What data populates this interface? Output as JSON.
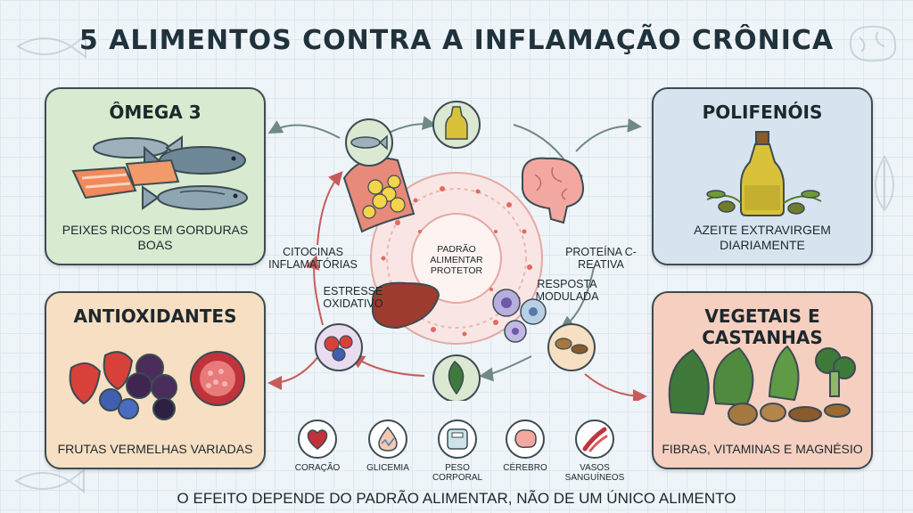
{
  "title": "5 ALIMENTOS CONTRA A INFLAMAÇÃO CRÔNICA",
  "panels": {
    "omega": {
      "title": "ÔMEGA 3",
      "caption": "PEIXES RICOS EM GORDURAS BOAS"
    },
    "polifenois": {
      "title": "POLIFENÓIS",
      "caption": "AZEITE EXTRAVIRGEM DIARIAMENTE"
    },
    "antioxidantes": {
      "title": "ANTIOXIDANTES",
      "caption": "FRUTAS VERMELHAS VARIADAS"
    },
    "vegetais": {
      "title": "VEGETAIS E CASTANHAS",
      "caption": "FIBRAS, VITAMINAS E MAGNÉSIO"
    }
  },
  "center": {
    "core_label": "PADRÃO ALIMENTAR PROTETOR",
    "citocinas": "CITOCINAS INFLAMATÓRIAS",
    "estresse": "ESTRESSE OXIDATIVO",
    "proteina": "PROTEÍNA C-REATIVA",
    "resposta": "RESPOSTA MODULADA"
  },
  "organs": [
    {
      "label": "CORAÇÃO",
      "icon": "heart-icon"
    },
    {
      "label": "GLICEMIA",
      "icon": "glucose-drop-icon"
    },
    {
      "label": "PESO CORPORAL",
      "icon": "scale-icon"
    },
    {
      "label": "CÉREBRO",
      "icon": "brain-icon"
    },
    {
      "label": "VASOS SANGUÍNEOS",
      "icon": "blood-vessel-icon"
    }
  ],
  "footer": "O EFEITO DEPENDE DO PADRÃO ALIMENTAR, NÃO DE UM ÚNICO ALIMENTO",
  "colors": {
    "omega_bg": "#d8ead0",
    "polifenois_bg": "#d7e4ef",
    "antioxidantes_bg": "#f6dfc2",
    "vegetais_bg": "#f5cfbf",
    "accent_red": "#d9534f",
    "arrow": "#6f8a86"
  }
}
